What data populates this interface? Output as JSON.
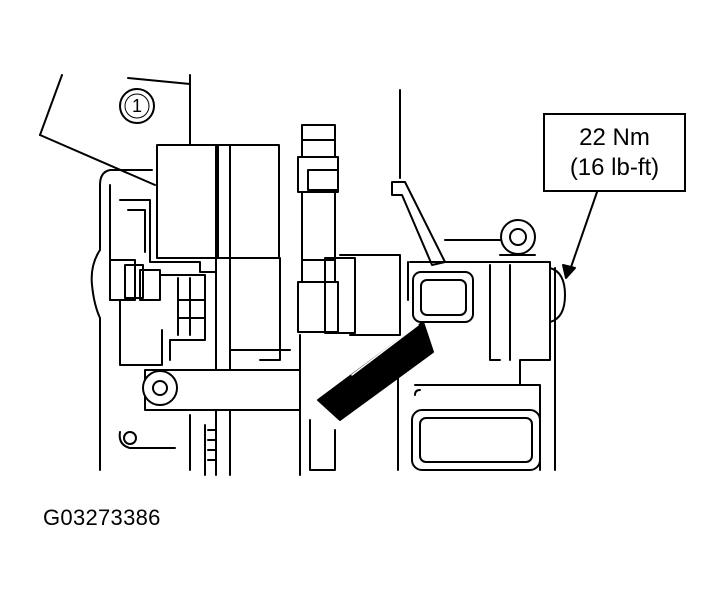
{
  "callout": {
    "step_number": "1"
  },
  "torque_spec": {
    "metric": "22 Nm",
    "imperial": "(16 lb-ft)"
  },
  "figure_id": "G03273386",
  "colors": {
    "line": "#000000",
    "background": "#ffffff"
  }
}
